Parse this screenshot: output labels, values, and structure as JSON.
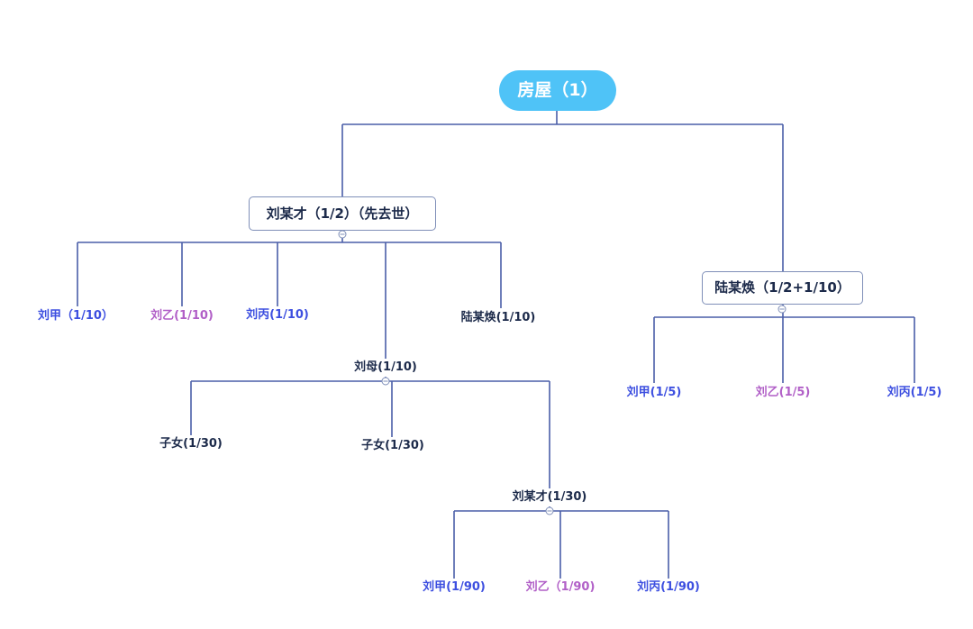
{
  "root": {
    "label": "房屋（1）"
  },
  "branch_left": {
    "label": "刘某才（1/2）（先去世）"
  },
  "branch_right": {
    "label": "陆某焕（1/2+1/10）"
  },
  "left_children": {
    "jia": "刘甲（1/10）",
    "yi": "刘乙(1/10)",
    "bing": "刘丙(1/10)",
    "mu": "刘母(1/10)",
    "lu": "陆某焕(1/10)"
  },
  "mu_children": {
    "zinv1": "子女(1/30)",
    "zinv2": "子女(1/30)",
    "liucai": "刘某才(1/30)"
  },
  "liucai_children": {
    "jia": "刘甲(1/90)",
    "yi": "刘乙（1/90)",
    "bing": "刘丙(1/90)"
  },
  "right_children": {
    "jia": "刘甲(1/5)",
    "yi": "刘乙(1/5)",
    "bing": "刘丙(1/5)"
  },
  "colors": {
    "line": "#4a5ea8",
    "root_fill": "#4fc3f7",
    "blue_text": "#3d4fe0",
    "purple_text": "#b15fc7",
    "dark_text": "#1c2a4a"
  }
}
